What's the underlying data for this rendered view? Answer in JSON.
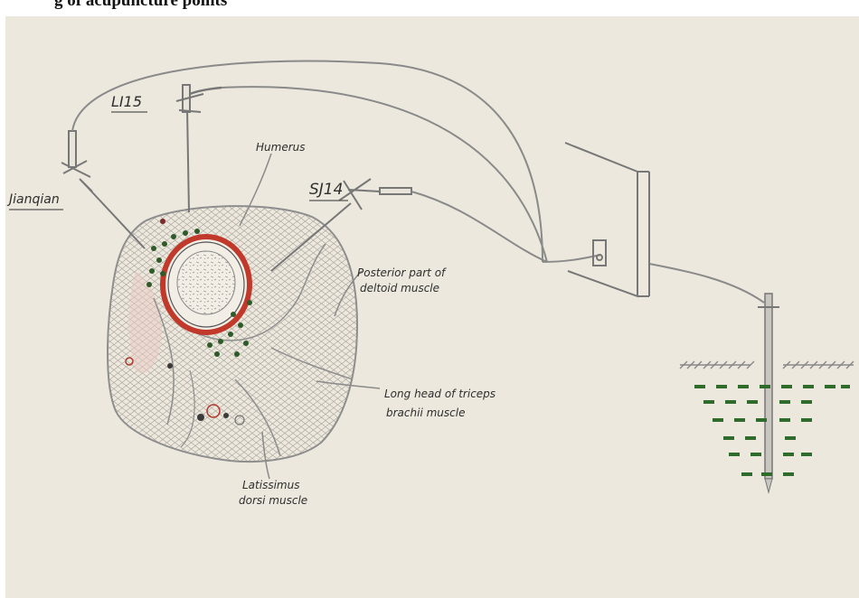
{
  "caption": {
    "text": "g of acupuncture points"
  },
  "labels": {
    "li15": "LI15",
    "jianqian": "Jianqian",
    "sj14": "SJ14",
    "humerus": "Humerus",
    "posterior_line1": "Posterior part of",
    "posterior_line2": "deltoid muscle",
    "triceps_line1": "Long head of triceps",
    "triceps_line2": "brachii muscle",
    "latissimus_line1": "Latissimus",
    "latissimus_line2": "dorsi muscle"
  },
  "colors": {
    "paper": "#ece8dd",
    "pencil": "#7a7a7a",
    "bone_cortex": "#c0392b",
    "vessel_dots": "#2e5a2a",
    "soil_dashes": "#2f6b2a"
  },
  "icons": {
    "needles": "acupuncture-needle-icon",
    "device": "electro-stimulator-device",
    "ground": "grounding-rod-icon"
  }
}
